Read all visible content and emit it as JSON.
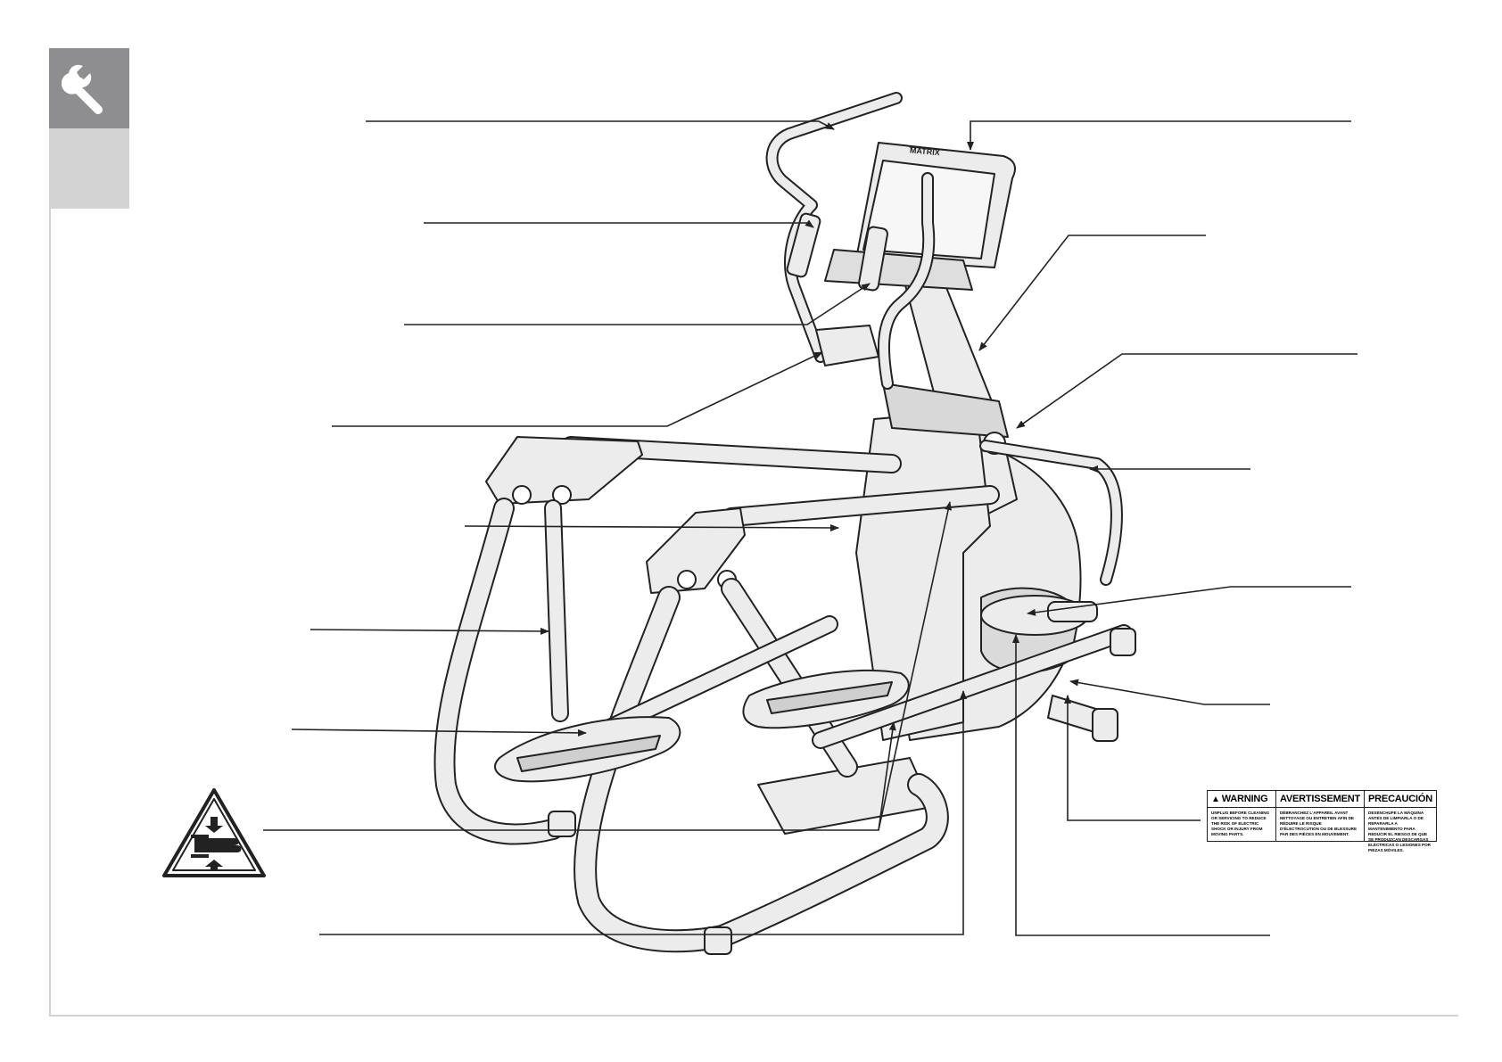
{
  "brand": {
    "logo_text": "MATRIX"
  },
  "icons": {
    "section_icon": "wrench-icon",
    "hazard_icon": "hand-pinch-hazard-icon"
  },
  "colors": {
    "tab_dark": "#8e8e90",
    "tab_light": "#d3d3d4",
    "line": "#222222",
    "fill": "#ececec"
  },
  "warning_label": {
    "columns": [
      {
        "heading": "WARNING",
        "text": "UNPLUG BEFORE CLEANING OR SERVICING TO REDUCE THE RISK OF ELECTRIC SHOCK OR INJURY FROM MOVING PARTS."
      },
      {
        "heading": "AVERTISSEMENT",
        "text": "DÉBRANCHEZ L'APPAREIL AVANT NETTOYAGE OU ENTRETIEN AFIN DE RÉDUIRE LE RISQUE D'ÉLECTROCUTION OU DE BLESSURE PAR DES PIÈCES EN MOUVEMENT."
      },
      {
        "heading": "PRECAUCIÓN",
        "text": "DESENCHUFE LA MÁQUINA ANTES DE LIMPIARLA O DE REPARARLA A MANTENIMIENTO PARA REDUCIR EL RIESGO DE QUE SE PRODUZCAN DESCARGAS ELÉCTRICAS O LESIONES POR PIEZAS MÓVILES."
      }
    ]
  }
}
